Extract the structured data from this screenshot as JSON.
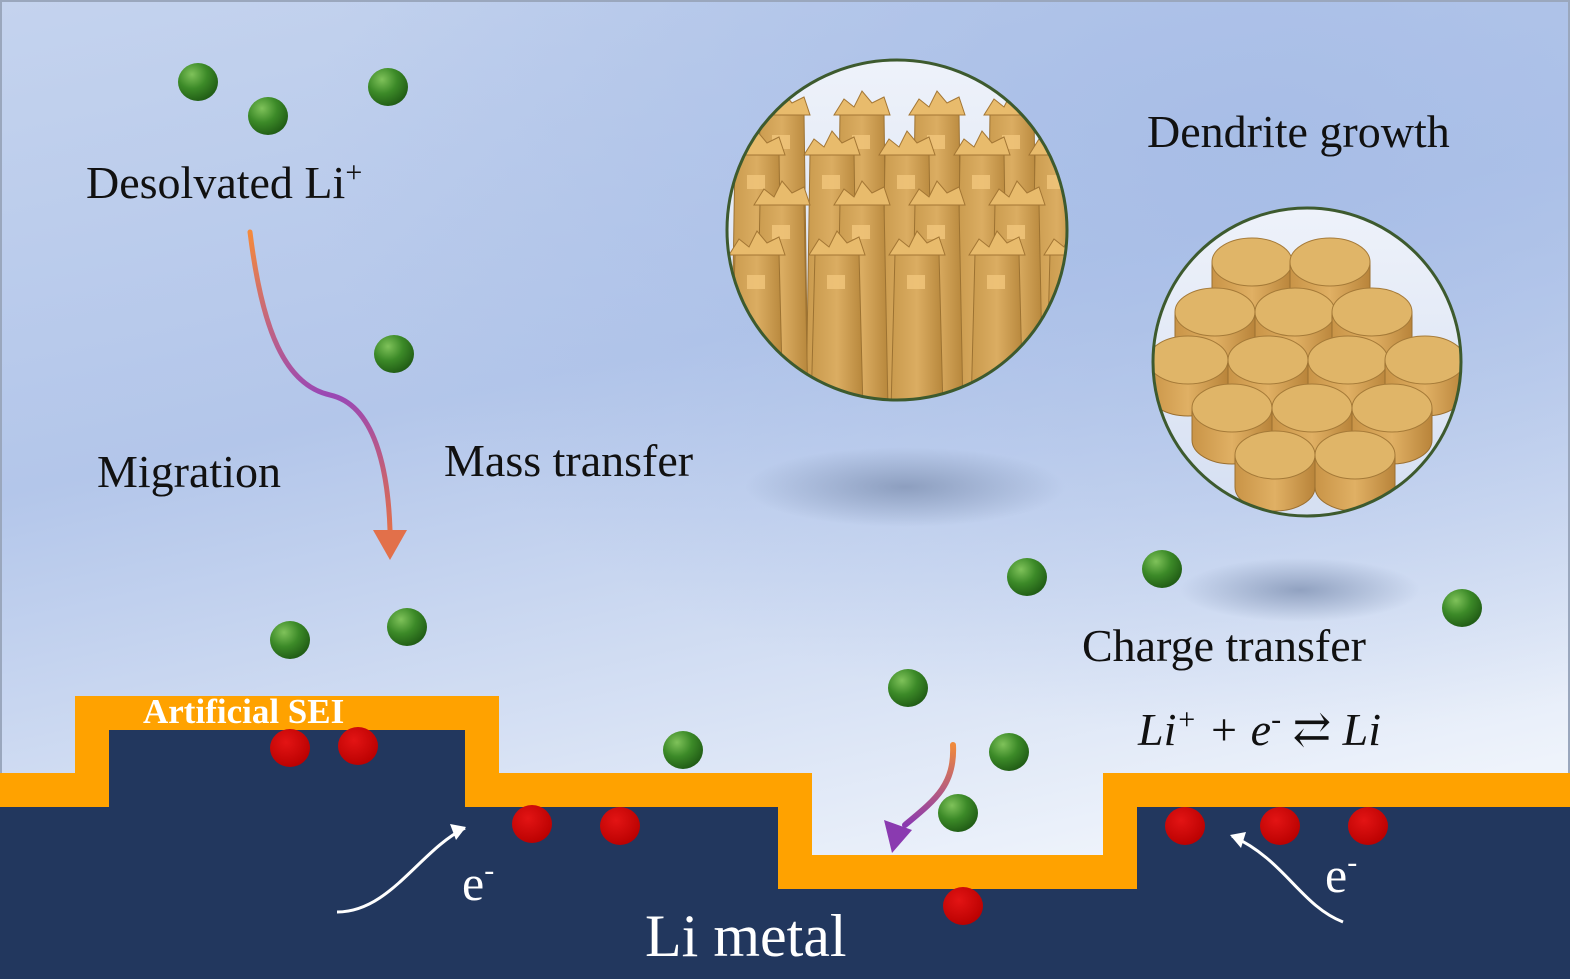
{
  "labels": {
    "desolvated": "Desolvated Li",
    "desolvated_sup": "+",
    "migration": "Migration",
    "mass_transfer": "Mass transfer",
    "dendrite_growth": "Dendrite growth",
    "charge_transfer": "Charge transfer",
    "artificial_sei": "Artificial SEI",
    "li_metal": "Li metal",
    "electron": "e",
    "electron_sup": "-",
    "equation": {
      "li": "Li",
      "plus_sup": "+",
      "op": " + ",
      "e": "e",
      "e_sup": "-",
      "arrow": " ⇄ ",
      "product": "Li"
    }
  },
  "colors": {
    "background_top": "#a9bfe6",
    "background_bottom": "#eef3fb",
    "li_metal": "#22375e",
    "sei": "#ffa200",
    "li_ion": "#2f7d22",
    "reduced_li": "#cc0000",
    "deposit": "#d8a85a",
    "arrow_start": "#f07a3a",
    "arrow_end": "#8a3ab0"
  },
  "icons": {
    "li_ion": "green-sphere",
    "reduced_li": "red-sphere",
    "dendrite_inset": "dendrite-columns",
    "uniform_inset": "uniform-cylinders"
  }
}
